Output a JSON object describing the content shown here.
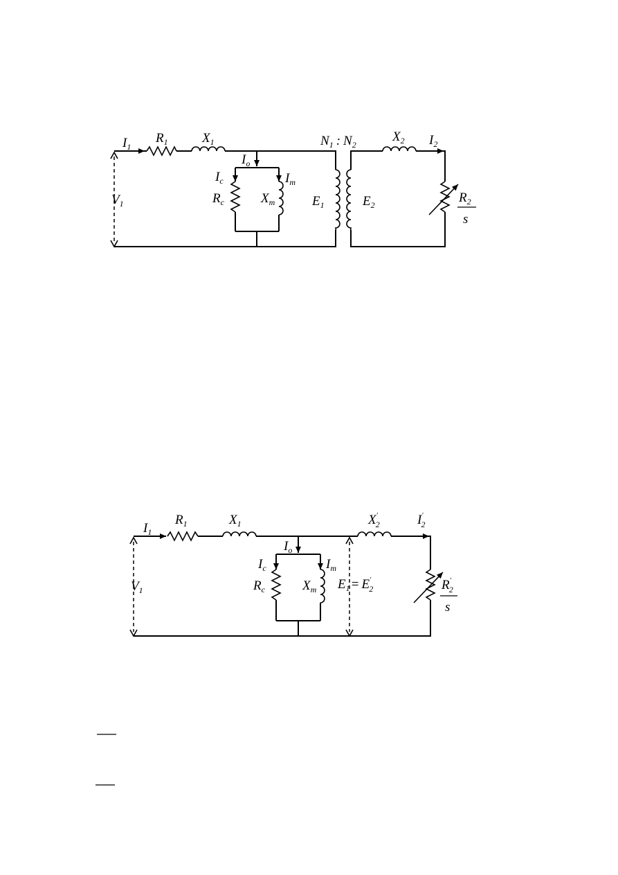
{
  "diagram1": {
    "labels": {
      "I": "I",
      "sub_1": "1",
      "R": "R",
      "X": "X",
      "V": "V",
      "E": "E",
      "N": "N",
      "N2_sub": "2",
      "colon": ":",
      "Io_sub": "o",
      "Ic_sub": "c",
      "Im_sub": "m",
      "Rc_sub": "c",
      "Xm_sub": "m",
      "X2_sub": "2",
      "I2_sub": "2",
      "E2_sub": "2",
      "R2": "R",
      "R2_sub": "2",
      "s": "s"
    }
  },
  "diagram2": {
    "labels": {
      "I": "I",
      "sub_1": "1",
      "R": "R",
      "X": "X",
      "V": "V",
      "E": "E",
      "Io_sub": "o",
      "Ic_sub": "c",
      "Im_sub": "m",
      "Rc_sub": "c",
      "Xm_sub": "m",
      "eq": "=",
      "prime": "'",
      "sub_2": "2",
      "R2": "R",
      "s": "s"
    }
  }
}
